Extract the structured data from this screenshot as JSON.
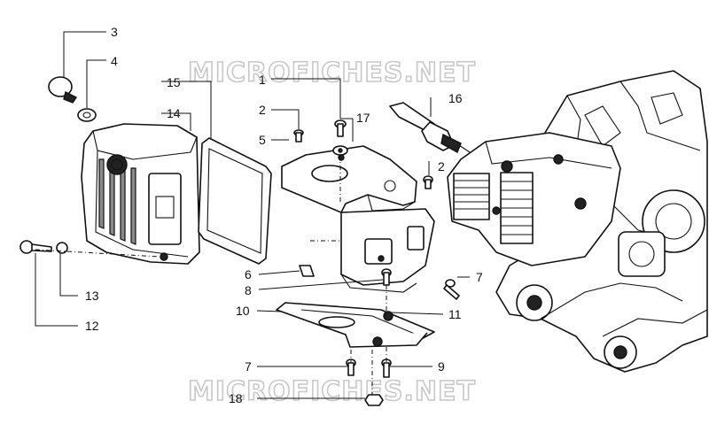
{
  "watermarks": [
    "MICROFICHES.NET",
    "MICROFICHES.NET"
  ],
  "callouts": [
    "1",
    "2",
    "2",
    "3",
    "4",
    "5",
    "6",
    "7",
    "7",
    "8",
    "9",
    "10",
    "11",
    "12",
    "13",
    "14",
    "15",
    "16",
    "17",
    "18"
  ],
  "colors": {
    "line": "#111111",
    "shading": "#222222",
    "watermark": "#c8c8c8",
    "background": "#ffffff"
  }
}
